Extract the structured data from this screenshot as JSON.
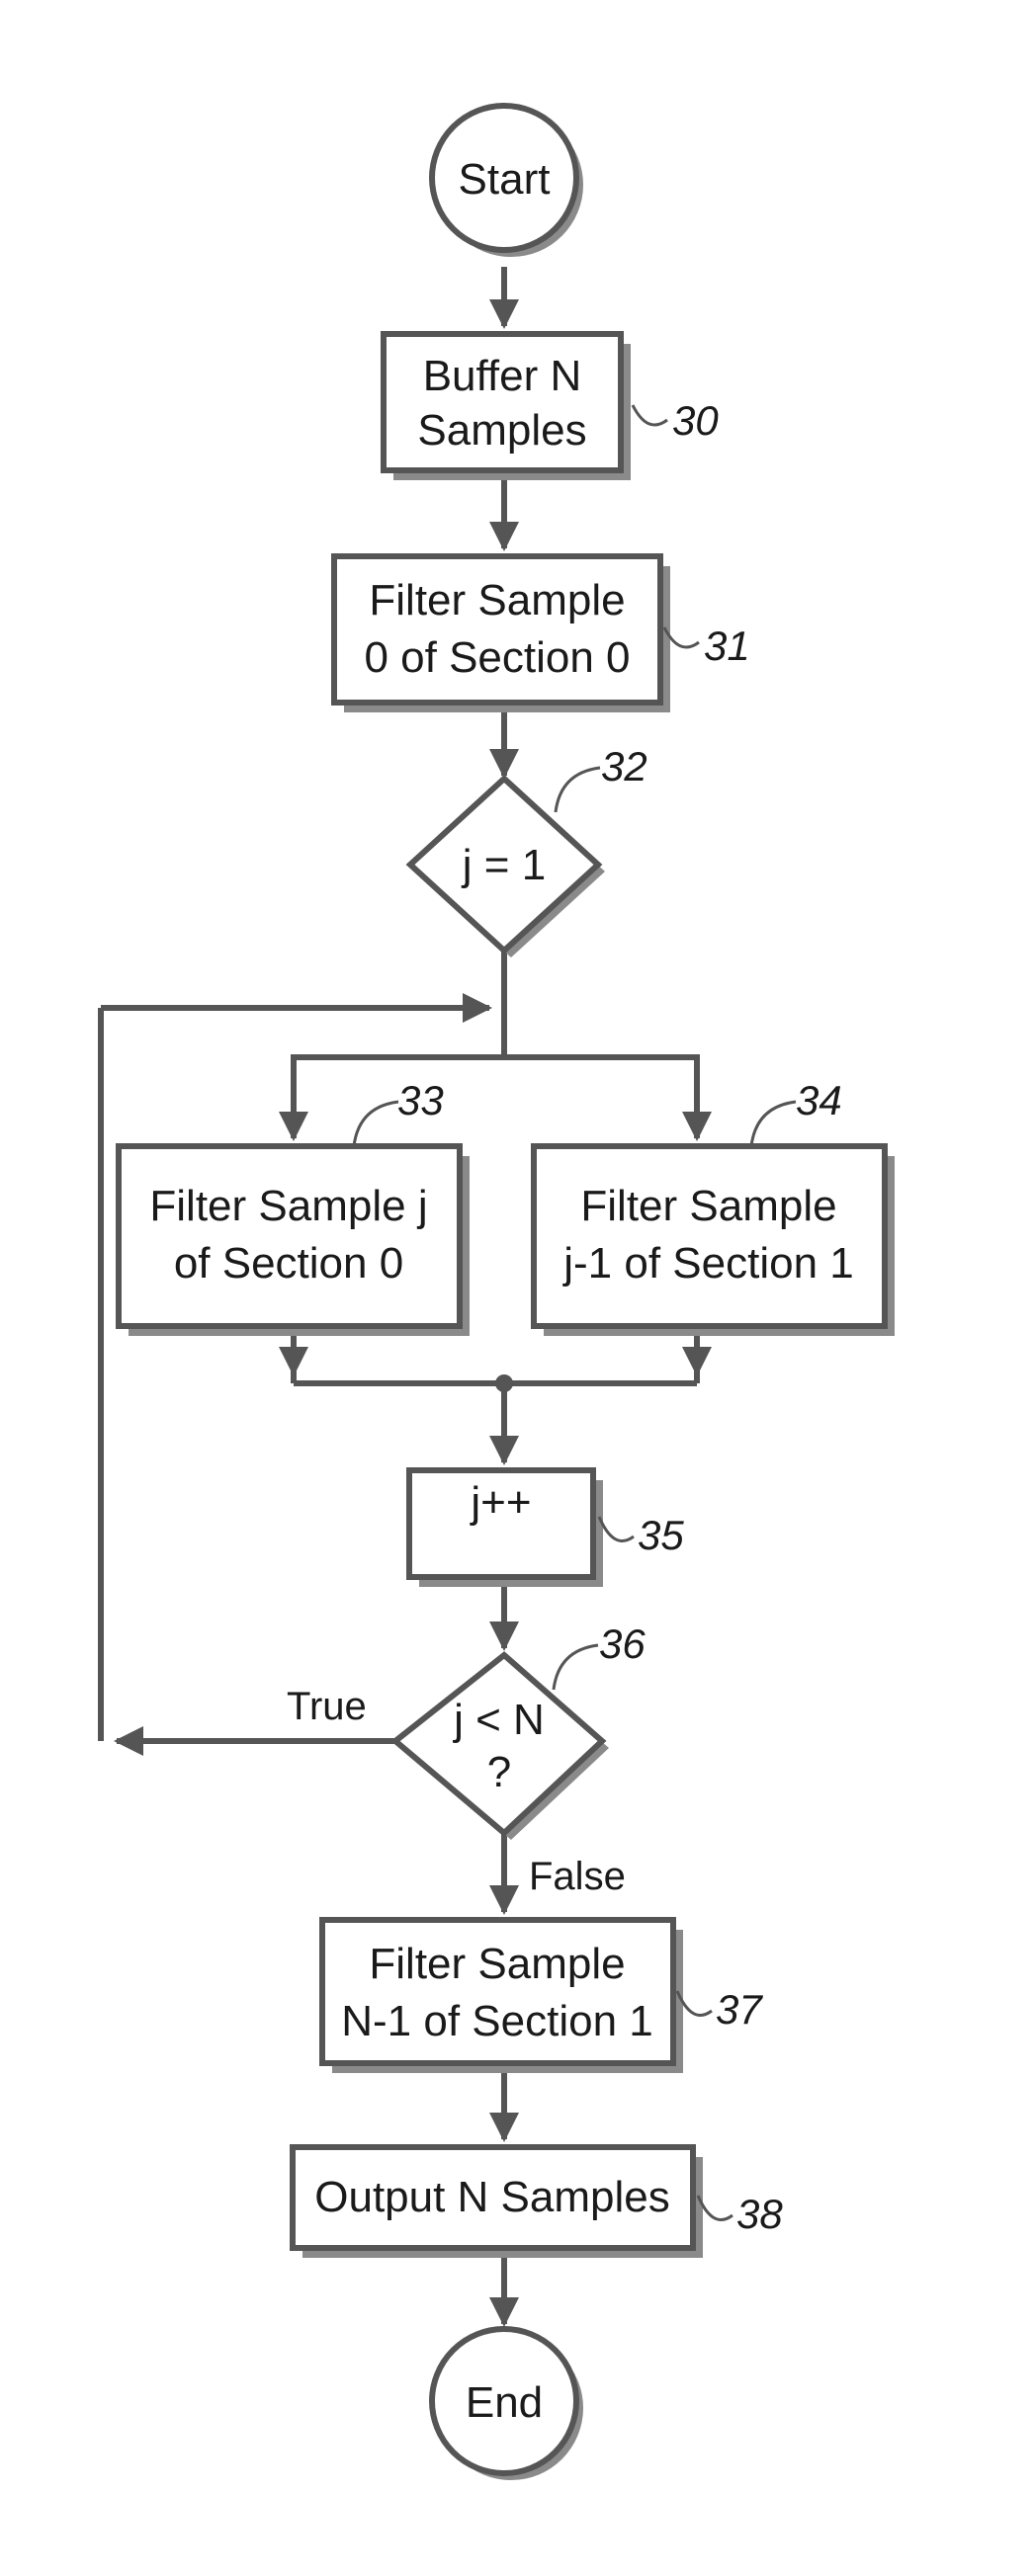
{
  "nodes": {
    "start": {
      "lines": [
        "Start"
      ]
    },
    "n30": {
      "lines": [
        "Buffer N",
        "Samples"
      ],
      "ref": "30"
    },
    "n31": {
      "lines": [
        "Filter Sample",
        "0 of Section 0"
      ],
      "ref": "31"
    },
    "n32": {
      "lines": [
        "j = 1"
      ],
      "ref": "32"
    },
    "n33": {
      "lines": [
        "Filter Sample j",
        "of Section 0"
      ],
      "ref": "33"
    },
    "n34": {
      "lines": [
        "Filter Sample",
        "j-1 of Section 1"
      ],
      "ref": "34"
    },
    "n35": {
      "lines": [
        "j++"
      ],
      "ref": "35"
    },
    "n36": {
      "lines": [
        "j < N",
        "?"
      ],
      "ref": "36"
    },
    "n37": {
      "lines": [
        "Filter Sample",
        "N-1 of Section 1"
      ],
      "ref": "37"
    },
    "n38": {
      "lines": [
        "Output N Samples"
      ],
      "ref": "38"
    },
    "end": {
      "lines": [
        "End"
      ]
    }
  },
  "edges": {
    "true_label": "True",
    "false_label": "False"
  }
}
